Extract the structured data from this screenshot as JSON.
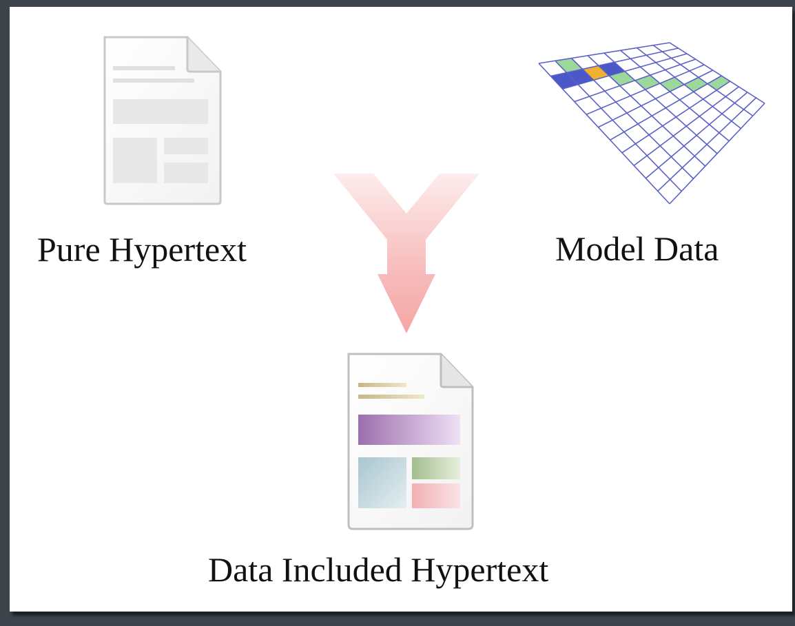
{
  "nodes": {
    "source_document": {
      "label": "Pure Hypertext",
      "icon": "document-icon"
    },
    "source_data": {
      "label": "Model Data",
      "icon": "data-grid-icon"
    },
    "result_document": {
      "label": "Data Included Hypertext",
      "icon": "colored-document-icon"
    }
  },
  "connector": {
    "icon": "merge-arrow-icon"
  },
  "colors": {
    "background": "#3d444c",
    "panel": "#ffffff",
    "arrow": "#f4a5a5",
    "grid_line": "#5b5fc7",
    "grid_highlight_blue": "#4a58c8",
    "grid_highlight_green": "#9bd89a",
    "grid_highlight_orange": "#f0b030"
  }
}
